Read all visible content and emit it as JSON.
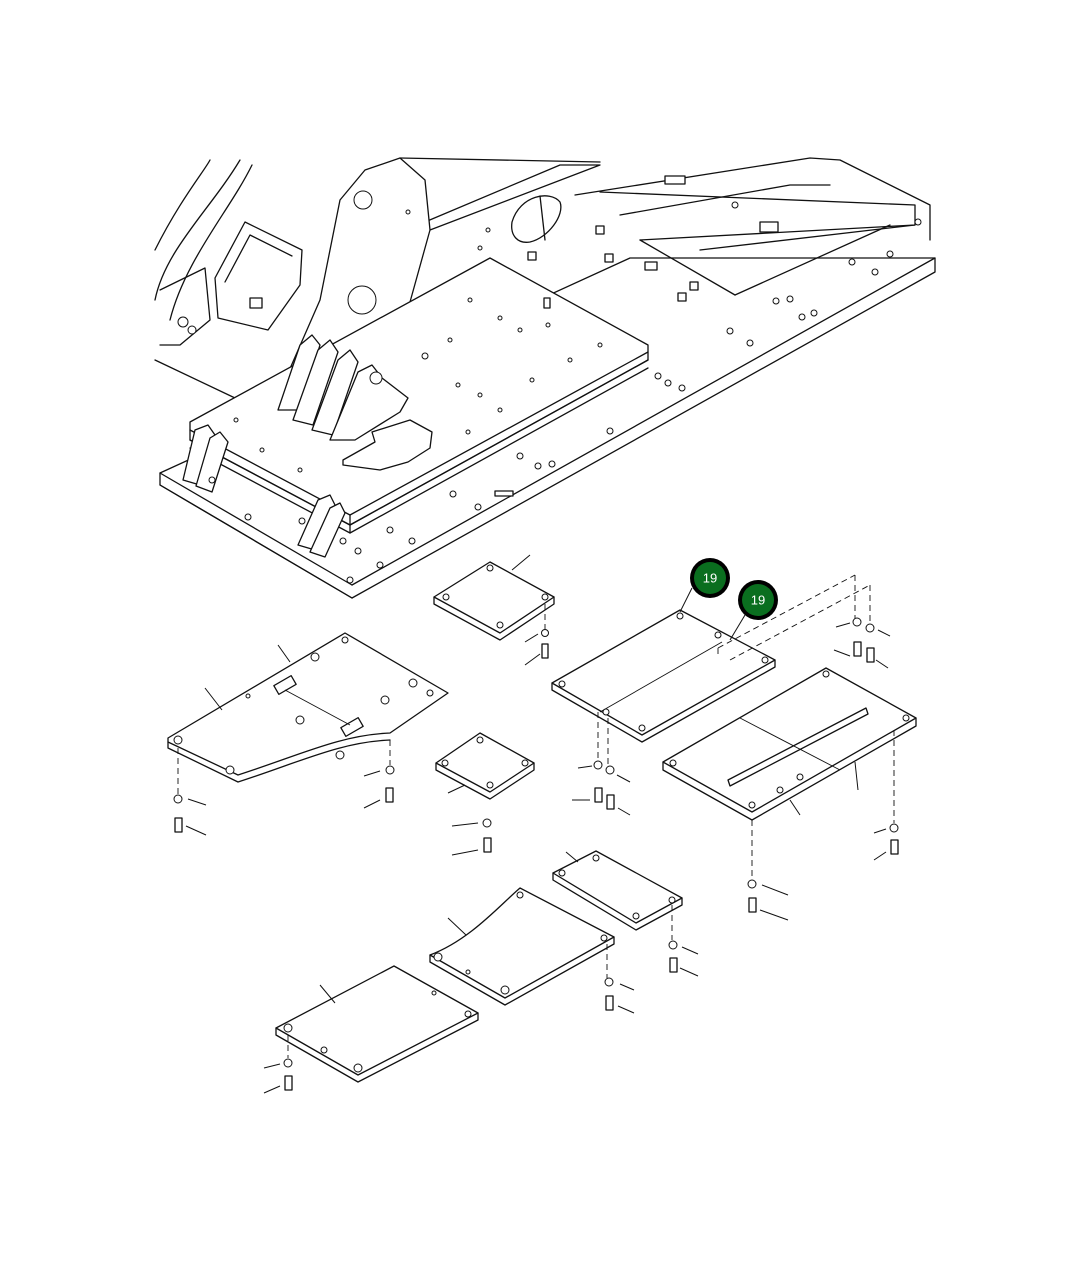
{
  "callouts": [
    {
      "id": "callout-1",
      "label": "19",
      "color": "#0a6e1f",
      "ring": "#000000"
    },
    {
      "id": "callout-2",
      "label": "19",
      "color": "#0a6e1f",
      "ring": "#000000"
    }
  ]
}
